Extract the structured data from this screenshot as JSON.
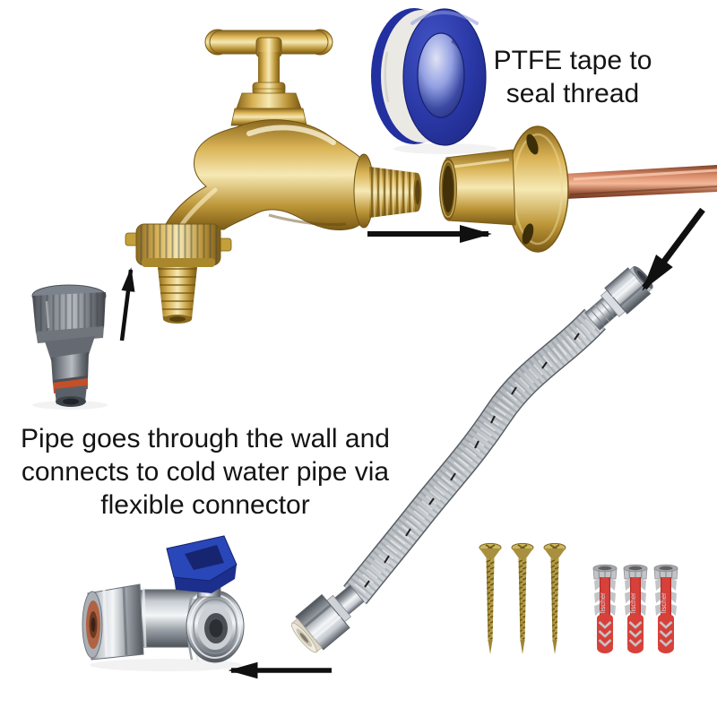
{
  "labels": {
    "ptfe": {
      "line1": "PTFE tape to",
      "line2": "seal thread"
    },
    "wall": {
      "line1": "Pipe goes through the wall and",
      "line2": "connects to cold water pipe via",
      "line3": "flexible connector"
    }
  },
  "graphics": {
    "tap": {
      "name": "brass-outdoor-tap",
      "finish_color": "#c9a545"
    },
    "ptfe_tape": {
      "name": "ptfe-tape-roll",
      "spool_color": "#2a38a6",
      "tape_color": "#ebe9e4"
    },
    "wall_plate": {
      "name": "brass-wall-plate-with-copper-pipe",
      "pipe_color": "#c97a5a"
    },
    "hose_connector": {
      "name": "garden-hose-tap-connector",
      "body_color": "#6b7078",
      "oring_color": "#c2502a"
    },
    "flexible_connector": {
      "name": "braided-flexible-hose",
      "braid_color": "#c0c5ca"
    },
    "valve": {
      "name": "angled-valve-with-blue-handle",
      "handle_color": "#2947b8"
    },
    "screws": {
      "name": "brass-screws",
      "count": 3,
      "color": "#b49a42"
    },
    "wall_plugs": {
      "name": "wall-plugs",
      "count": 3,
      "brand": "fischer",
      "plug_color": "#d8403a",
      "fin_color": "#c2c4c7"
    },
    "arrows": {
      "name": "assembly-arrows",
      "count": 4,
      "color": "#101010"
    }
  }
}
